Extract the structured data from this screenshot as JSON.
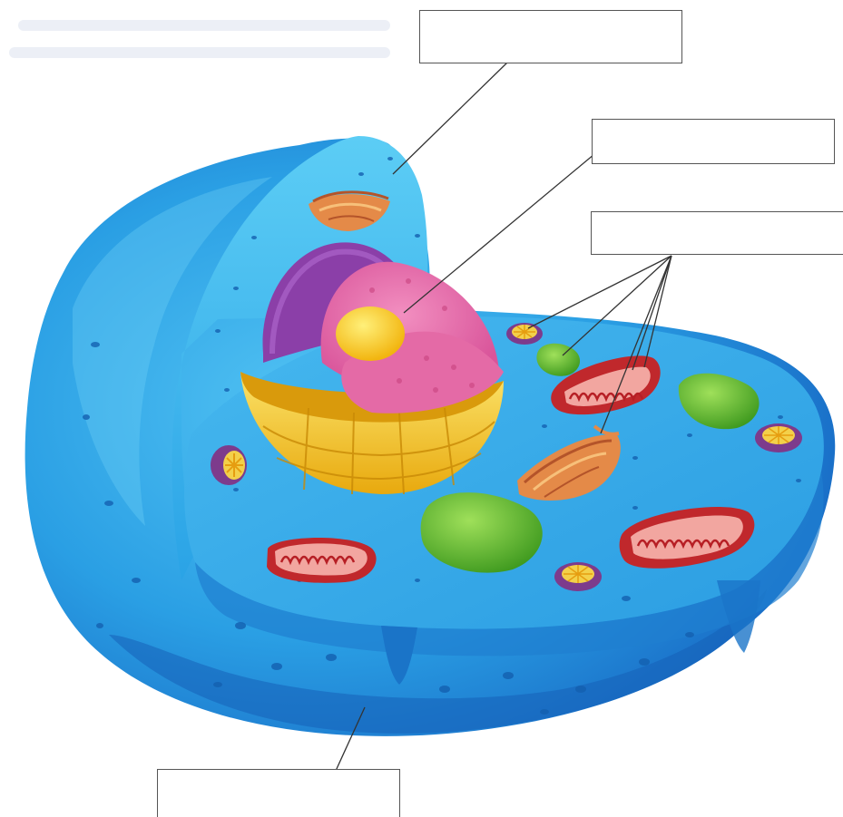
{
  "labels": {
    "top_center": "",
    "upper_right": "",
    "middle_right": "",
    "bottom_left": ""
  },
  "colors": {
    "cytoplasm": "#2aa6e6",
    "membrane_outer": "#1b86d8",
    "nucleus_envelope": "#f3c51d",
    "nucleus_inner": "#e86aa8",
    "nucleolus": "#ffd21a",
    "mitochondrion": "#c0282c",
    "chloro_green": "#5fb82a",
    "golgi": "#e48a48",
    "lysosome": "#7d3b8c",
    "leader_line": "#333333"
  },
  "icons": [
    "cell-membrane",
    "nucleus",
    "nucleolus",
    "mitochondrion",
    "vacuole",
    "golgi-apparatus",
    "lysosome"
  ]
}
